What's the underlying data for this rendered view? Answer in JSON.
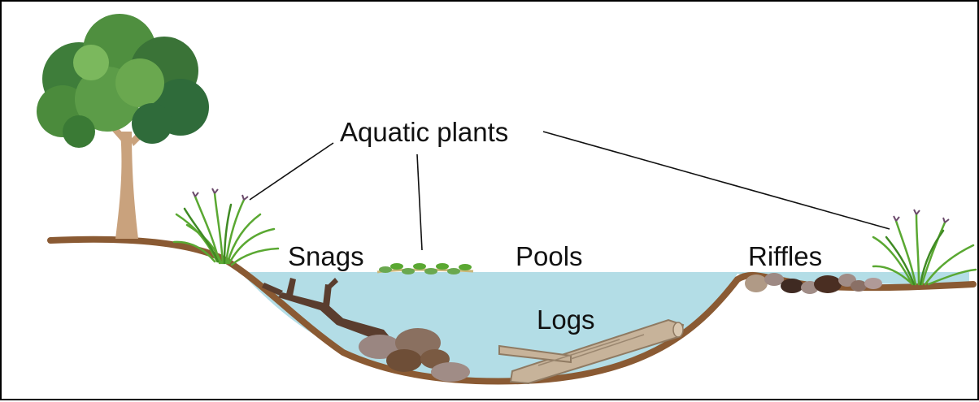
{
  "labels": {
    "aquatic_plants": "Aquatic plants",
    "snags": "Snags",
    "pools": "Pools",
    "riffles": "Riffles",
    "logs": "Logs"
  },
  "colors": {
    "water": "#b3dde6",
    "bank": "#8a5a33",
    "tree_trunk": "#c9a27d",
    "foliage_dark": "#2f6b3a",
    "foliage_light": "#6aa84f",
    "grass": "#5aa832",
    "log": "#c7b39a",
    "rock_dark": "#4a2e22",
    "rock_light": "#a08c86"
  },
  "icons": [
    "tree-icon",
    "grass-clump-icon",
    "floating-plant-icon",
    "snag-branch-icon",
    "rock-icon",
    "log-icon"
  ]
}
